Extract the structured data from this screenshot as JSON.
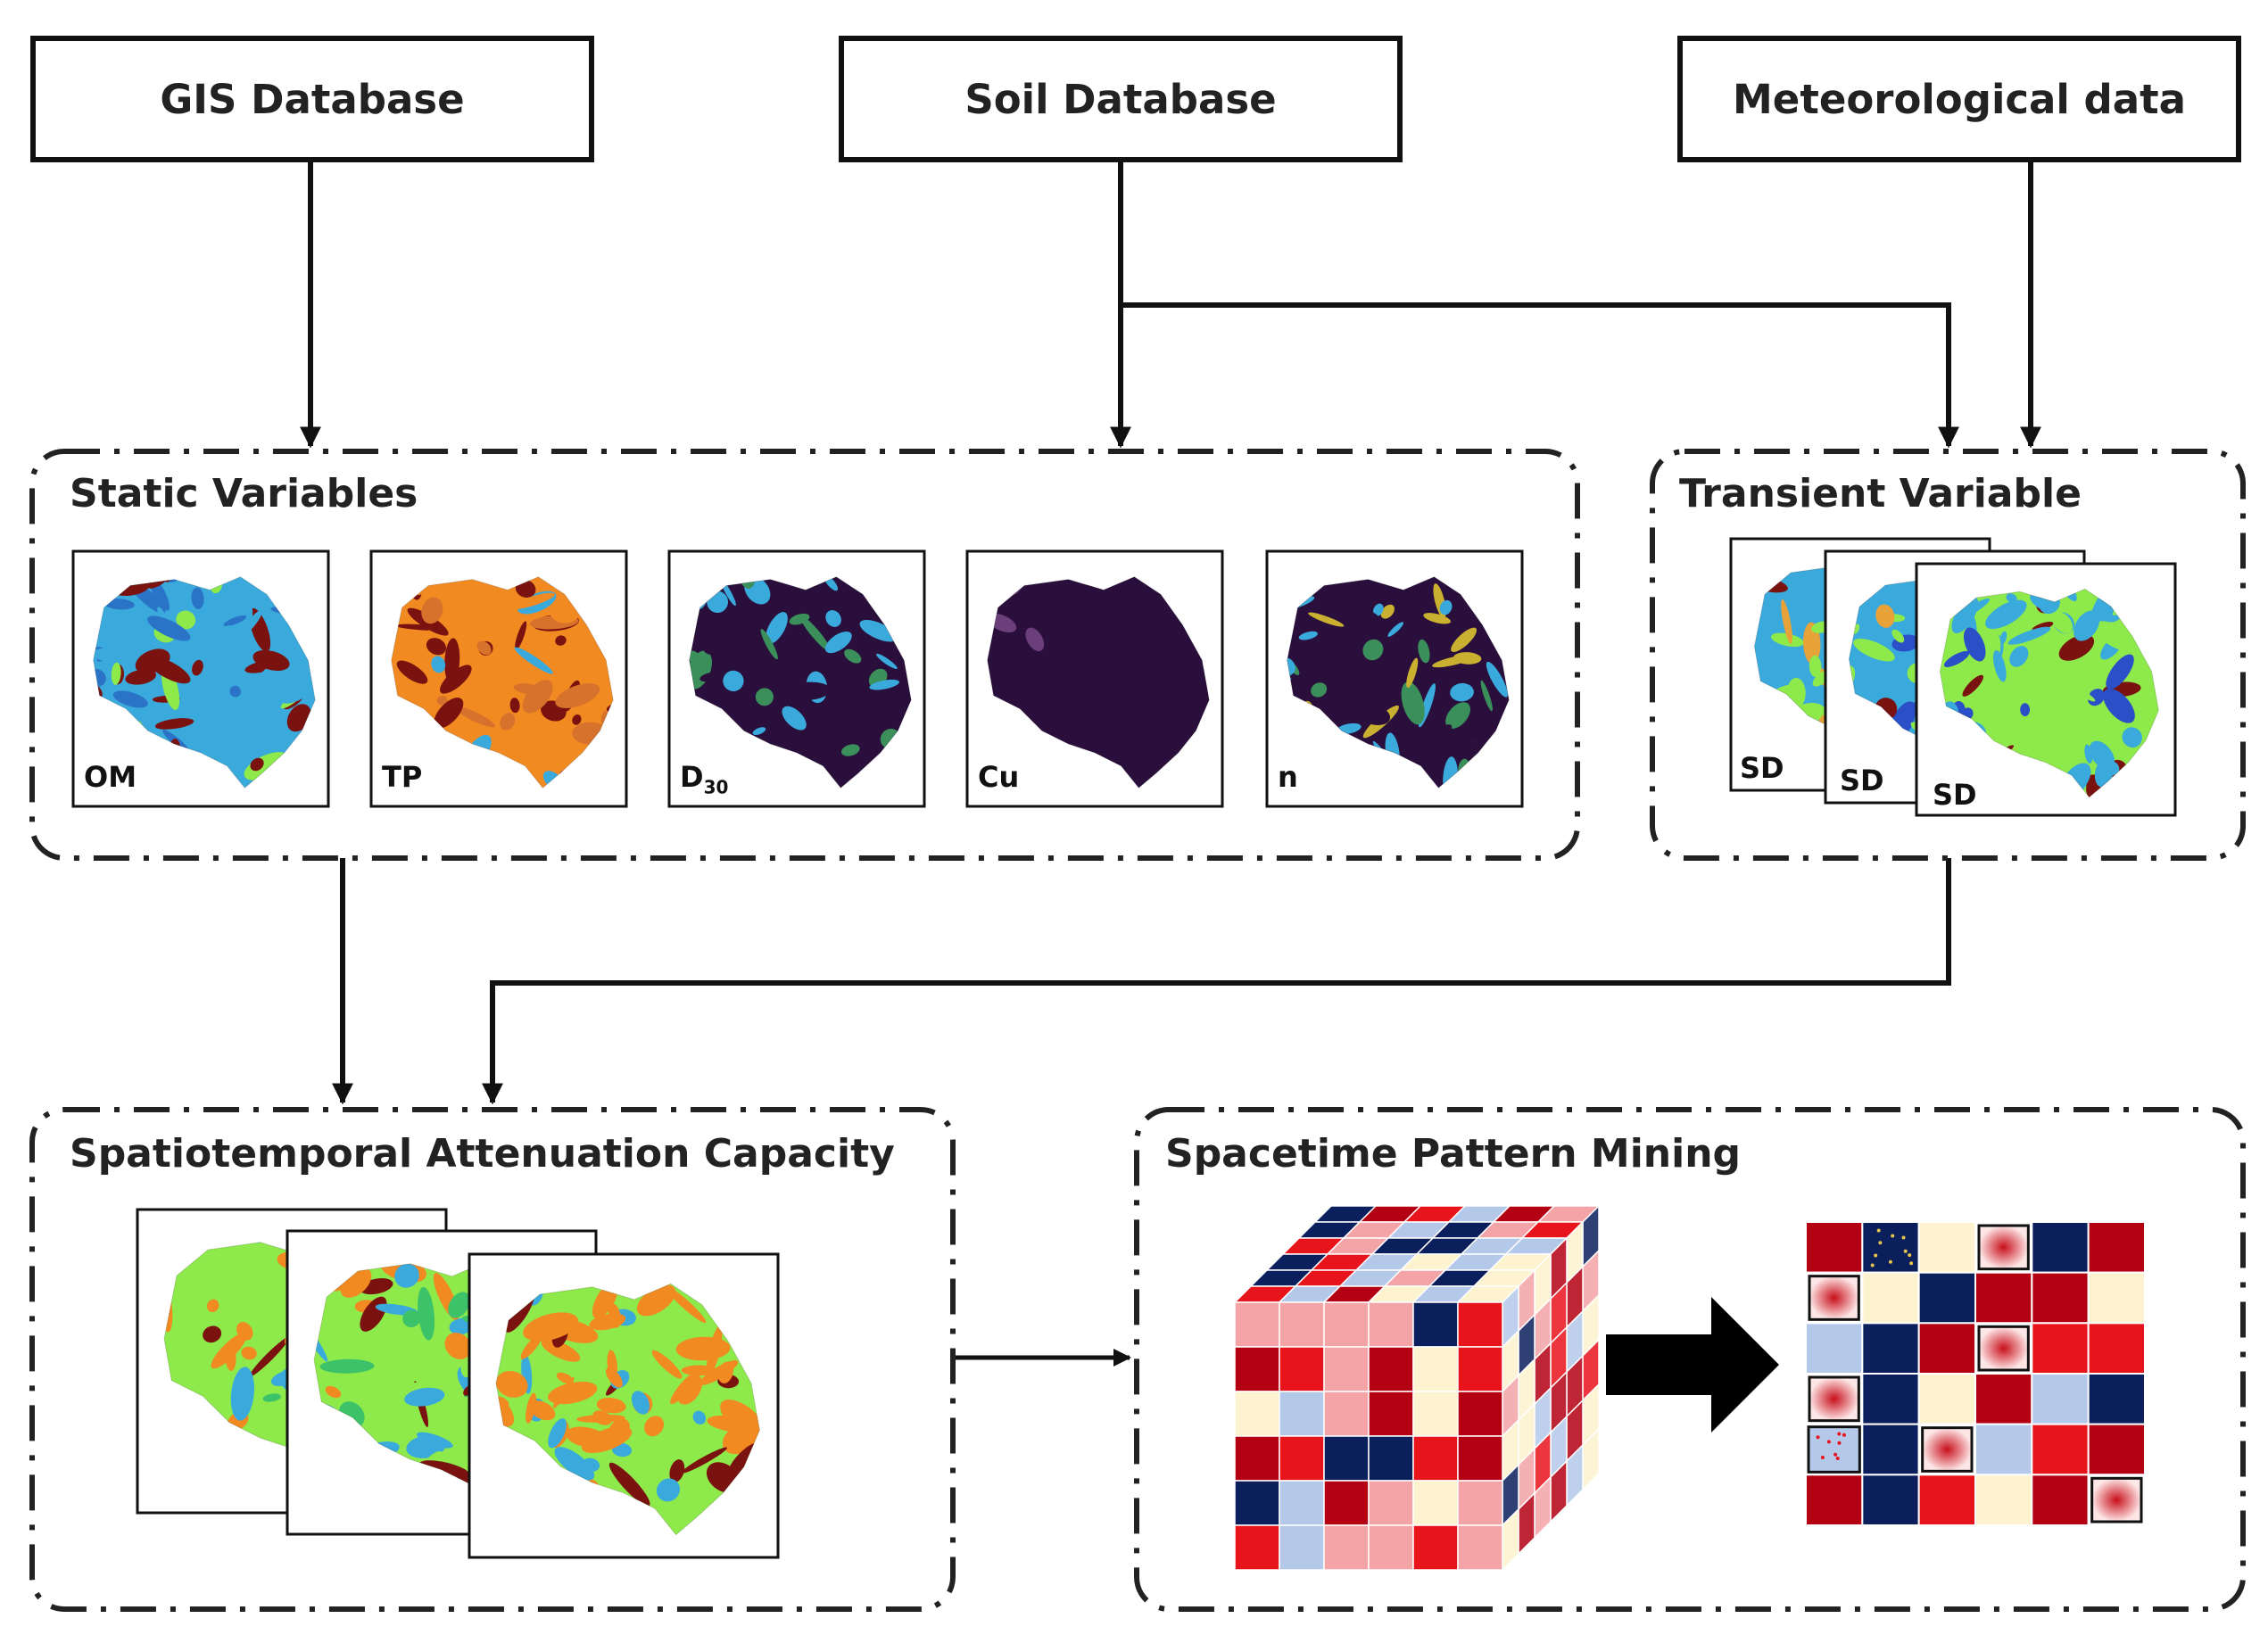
{
  "sources": {
    "gis": "GIS Database",
    "soil": "Soil Database",
    "meteo": "Meteorological data"
  },
  "groups": {
    "static": "Static Variables",
    "transient": "Transient Variable",
    "spatiotemporal": "Spatiotemporal Attenuation Capacity",
    "mining": "Spacetime Pattern Mining"
  },
  "static_maps": [
    {
      "label": "OM"
    },
    {
      "label": "TP"
    },
    {
      "label": "D",
      "sub": "30"
    },
    {
      "label": "Cu"
    },
    {
      "label": "n"
    }
  ],
  "transient_maps": [
    "SD",
    "SD",
    "SD"
  ],
  "colors": {
    "border": "#111111",
    "dark_red": "#b30012",
    "red": "#e8141c",
    "pink": "#f4a3a6",
    "cream": "#fdf3cf",
    "navy": "#0a1f5c",
    "light_blue": "#b4c8ea",
    "map_green": "#8ee94a",
    "map_cyan": "#3aa9dc",
    "map_orange": "#f28a22",
    "map_brown": "#7a1210",
    "map_purple": "#2a0f3c"
  }
}
